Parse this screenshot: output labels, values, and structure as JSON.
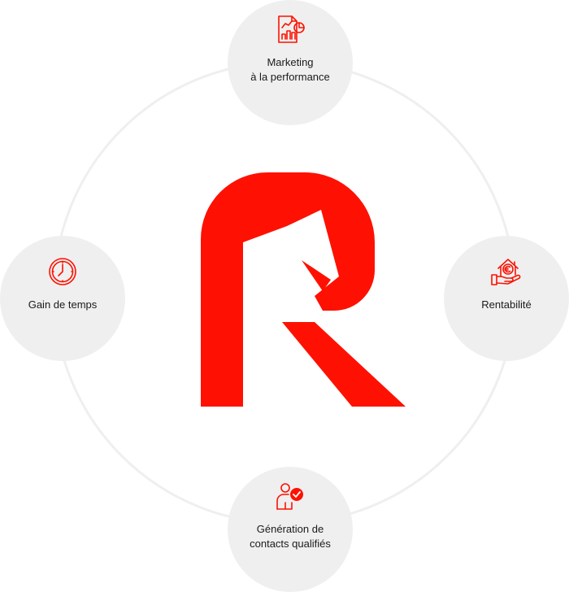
{
  "brand": {
    "accent": "#fe1102"
  },
  "nodes": {
    "top": {
      "label": "Marketing\nà la performance",
      "icon": "report-chart-icon"
    },
    "left": {
      "label": "Gain de temps",
      "icon": "clock-icon"
    },
    "right": {
      "label": "Rentabilité",
      "icon": "house-euro-hand-icon"
    },
    "bottom": {
      "label": "Génération de\ncontacts qualifiés",
      "icon": "user-check-icon"
    }
  }
}
